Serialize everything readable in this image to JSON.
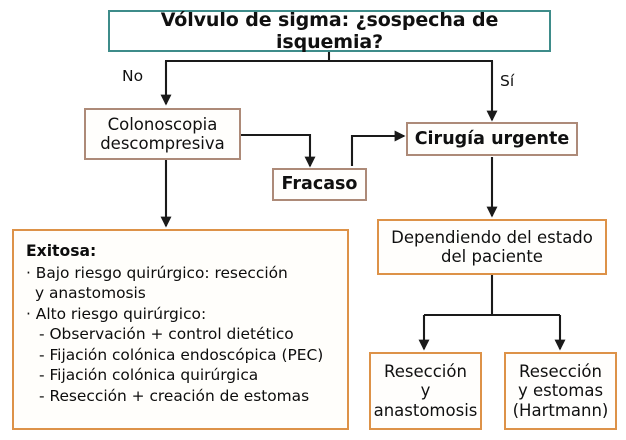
{
  "diagram": {
    "title": "Vólvulo de sigma: ¿sospecha de isquemia?",
    "language": "es",
    "colors": {
      "title_border": "#3e8c8a",
      "tan_border": "#ad8a78",
      "orange_border": "#dd9248",
      "connector": "#1a1a1a",
      "background": "#ffffff"
    },
    "nodes": {
      "root": "Vólvulo de sigma: ¿sospecha de isquemia?",
      "colonoscopia": "Colonoscopia\ndescompresiva",
      "fracaso": "Fracaso",
      "cirugia": "Cirugía urgente",
      "dependiendo": "Dependiendo del estado\ndel paciente",
      "reseccion_anastomosis": "Resección\ny\nanastomosis",
      "reseccion_estomas": "Resección\ny estomas\n(Hartmann)"
    },
    "edge_labels": {
      "no": "No",
      "si": "Sí"
    },
    "exitosa": {
      "header": "Exitosa:",
      "items": [
        "· Bajo riesgo quirúrgico: resección",
        "y anastomosis",
        "· Alto riesgo quirúrgico:",
        "- Observación + control dietético",
        "- Fijación colónica endoscópica (PEC)",
        "- Fijación colónica quirúrgica",
        "- Resección + creación de estomas"
      ]
    }
  }
}
